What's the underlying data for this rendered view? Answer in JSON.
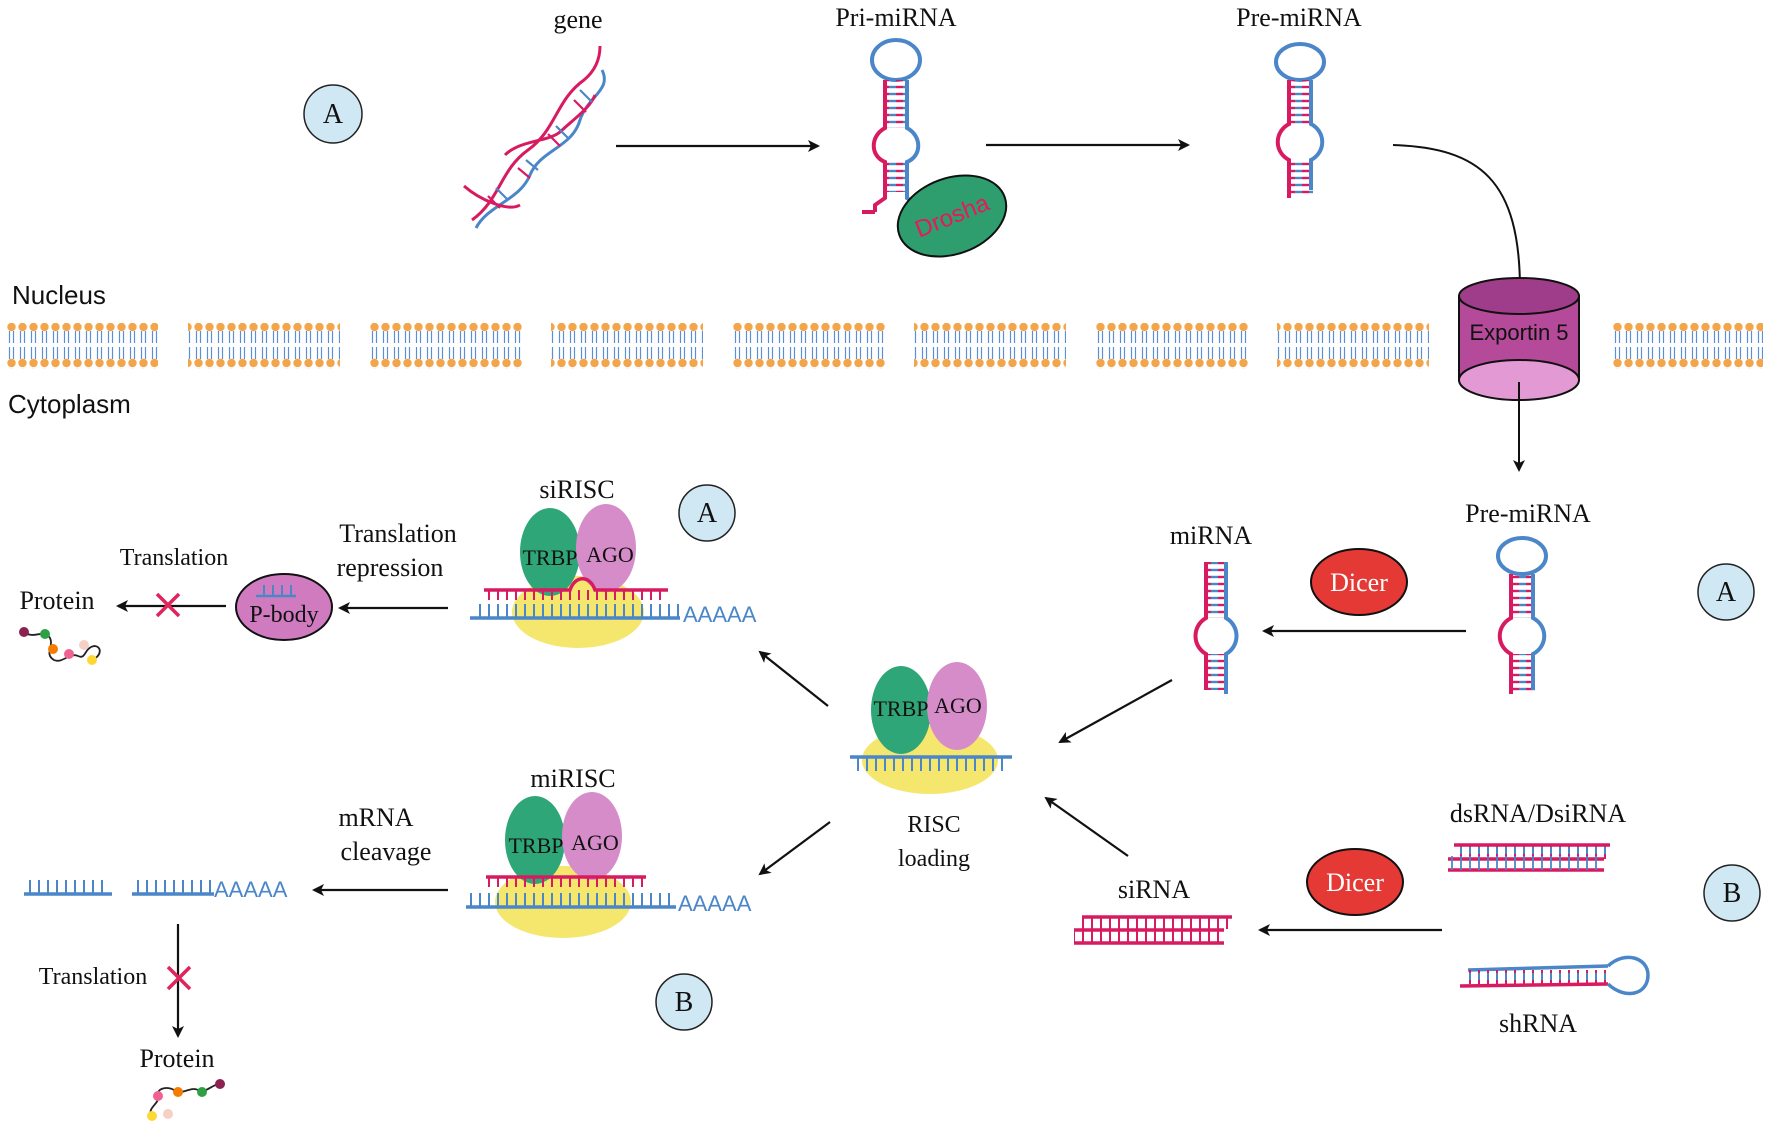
{
  "compartments": {
    "nucleus": "Nucleus",
    "cytoplasm": "Cytoplasm"
  },
  "labels": {
    "gene": "gene",
    "pri_mirna": "Pri-miRNA",
    "pre_mirna_nucleus": "Pre-miRNA",
    "pre_mirna_cyto": "Pre-miRNA",
    "mirna": "miRNA",
    "sirisc": "siRISC",
    "mirisc": "miRISC",
    "translation_repression_1": "Translation",
    "translation_repression_2": "repression",
    "translation_top": "Translation",
    "protein_top": "Protein",
    "mrna_cleavage_1": "mRNA",
    "mrna_cleavage_2": "cleavage",
    "translation_bottom": "Translation",
    "protein_bottom": "Protein",
    "risc_loading_1": "RISC",
    "risc_loading_2": "loading",
    "sirna": "siRNA",
    "dsrna": "dsRNA/DsiRNA",
    "shrna": "shRNA"
  },
  "enzymes": {
    "drosha": "Drosha",
    "exportin": "Exportin 5",
    "dicer_a": "Dicer",
    "dicer_b": "Dicer",
    "pbody": "P-body"
  },
  "proteins": {
    "trbp": "TRBP",
    "ago": "AGO"
  },
  "polya": "AAAAA",
  "pathway_badges": {
    "a_top": "A",
    "a_sirisc": "A",
    "a_right": "A",
    "b_mirisc": "B",
    "b_right": "B"
  },
  "colors": {
    "strand_red": "#d81b60",
    "strand_blue": "#4a86c8",
    "badge_fill": "#cfe8f3",
    "drosha_fill": "#2e9e6e",
    "exportin_fill": "#b5499a",
    "dicer_fill": "#e53935",
    "pbody_fill": "#d07bbf",
    "trbp_fill": "#2fa678",
    "ago_fill": "#d68cc8",
    "risc_base": "#f5e66e",
    "membrane_head": "#f2a54a",
    "membrane_tail": "#5b8fd6",
    "block_x": "#e0245e"
  }
}
